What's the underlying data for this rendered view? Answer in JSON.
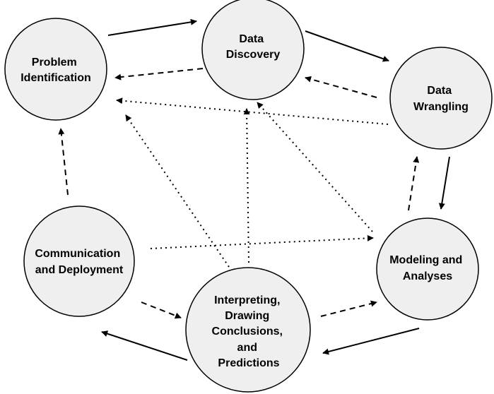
{
  "colors": {
    "node_fill": "#efefef",
    "stroke": "#000000",
    "background": "#ffffff"
  },
  "nodes": {
    "problem": {
      "lines": [
        "Problem",
        "Identification"
      ]
    },
    "discovery": {
      "lines": [
        "Data",
        "Discovery"
      ]
    },
    "wrangling": {
      "lines": [
        "Data",
        "Wrangling"
      ]
    },
    "modeling": {
      "lines": [
        "Modeling and",
        "Analyses"
      ]
    },
    "interpreting": {
      "lines": [
        "Interpreting,",
        "Drawing",
        "Conclusions,",
        "and",
        "Predictions"
      ]
    },
    "communication": {
      "lines": [
        "Communication",
        "and Deployment"
      ]
    }
  },
  "edges": [
    {
      "from": "problem",
      "to": "discovery",
      "style": "solid"
    },
    {
      "from": "discovery",
      "to": "wrangling",
      "style": "solid"
    },
    {
      "from": "wrangling",
      "to": "modeling",
      "style": "solid"
    },
    {
      "from": "modeling",
      "to": "interpreting",
      "style": "solid"
    },
    {
      "from": "interpreting",
      "to": "communication",
      "style": "solid"
    },
    {
      "from": "discovery",
      "to": "problem",
      "style": "dashed"
    },
    {
      "from": "wrangling",
      "to": "discovery",
      "style": "dashed"
    },
    {
      "from": "modeling",
      "to": "wrangling",
      "style": "dashed"
    },
    {
      "from": "interpreting",
      "to": "modeling",
      "style": "dashed"
    },
    {
      "from": "communication",
      "to": "interpreting",
      "style": "dashed"
    },
    {
      "from": "communication",
      "to": "problem",
      "style": "dashed"
    },
    {
      "from": "wrangling",
      "to": "problem",
      "style": "dotted"
    },
    {
      "from": "interpreting",
      "to": "problem",
      "style": "dotted"
    },
    {
      "from": "interpreting",
      "to": "discovery",
      "style": "dotted"
    },
    {
      "from": "modeling",
      "to": "discovery",
      "style": "dotted"
    },
    {
      "from": "communication",
      "to": "modeling",
      "style": "dotted"
    }
  ]
}
